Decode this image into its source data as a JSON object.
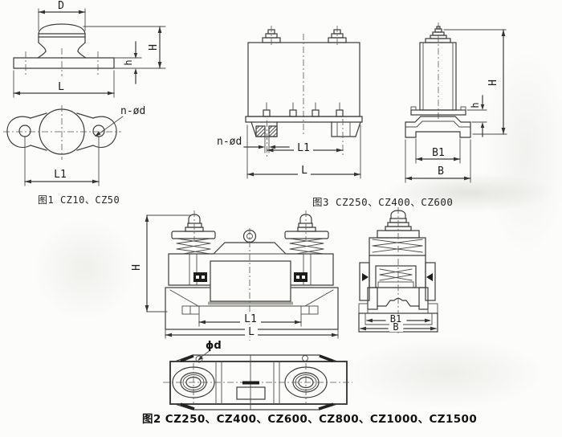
{
  "colors": {
    "line": "#3c3c3c",
    "text": "#1c1c1c",
    "background": "#fcfcfa"
  },
  "figure1": {
    "caption": "图1 CZ10、CZ50",
    "dims": {
      "D": "D",
      "H": "H",
      "h": "h",
      "L": "L",
      "L1": "L1",
      "holes": "n-ød"
    }
  },
  "figure3": {
    "caption": "图3  CZ250、CZ400、CZ600",
    "dims": {
      "holes": "n-ød",
      "L1": "L1",
      "L": "L",
      "H": "H",
      "h": "h",
      "B1": "B1",
      "B": "B"
    }
  },
  "figure2": {
    "caption": "图2 CZ250、CZ400、CZ600、CZ800、CZ1000、CZ1500",
    "dims": {
      "H": "H",
      "L1": "L1",
      "L": "L",
      "B1": "B1",
      "B": "B",
      "hole": "ϕd"
    }
  }
}
